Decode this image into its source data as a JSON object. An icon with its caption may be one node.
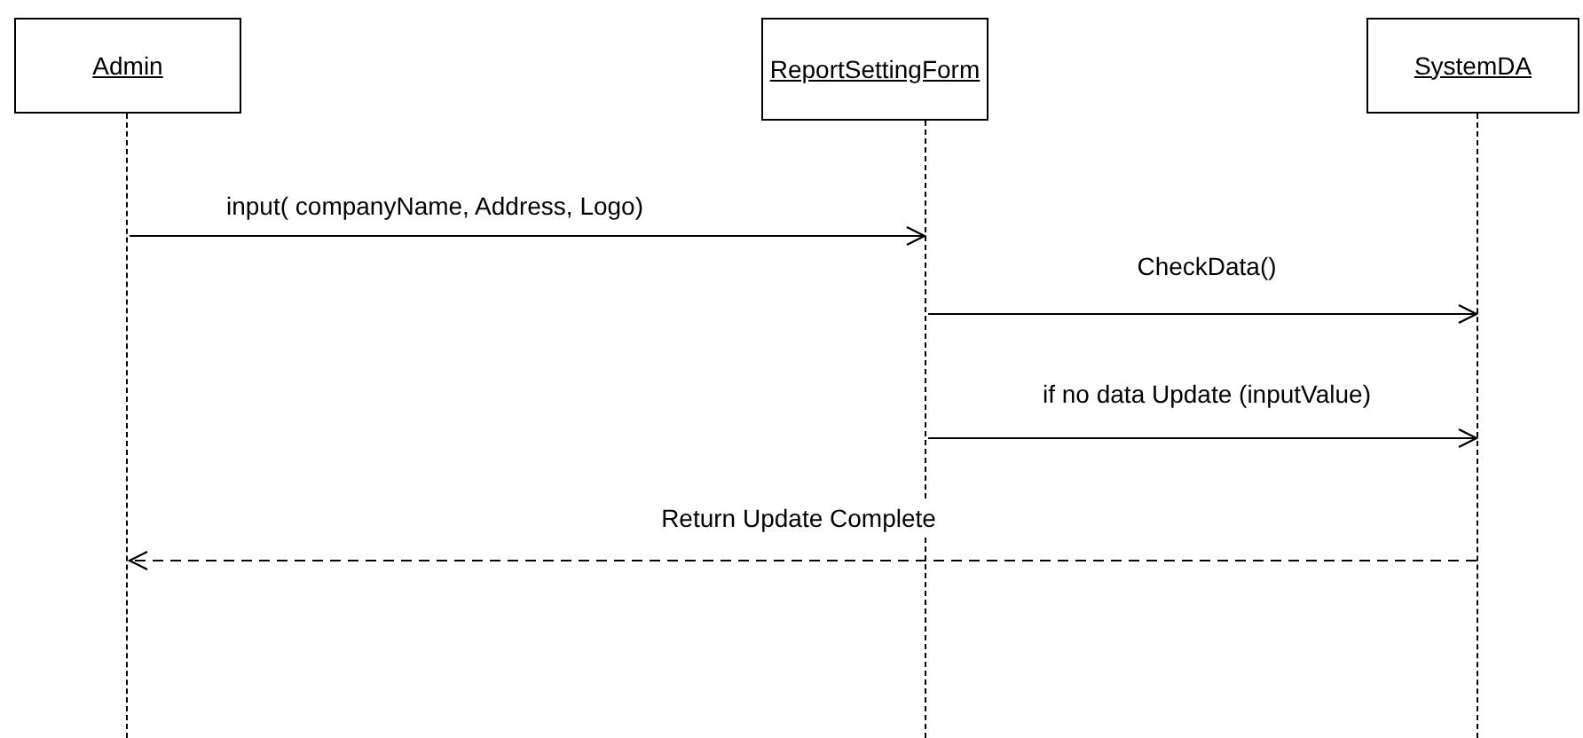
{
  "diagram": {
    "nodes": [
      {
        "text": [
          "Admin"
        ]
      },
      {
        "text": [
          "ReportSettingForm"
        ]
      },
      {
        "text": [
          "SystemDA"
        ]
      },
      {
        "text": [],
        "shape": "bar"
      },
      {
        "text": [],
        "shape": "bar"
      },
      {
        "text": [],
        "shape": "bar"
      }
    ],
    "edges": [
      {
        "from": 3,
        "to": 4,
        "arrow": "to",
        "label": "input( companyName, Address, Logo)"
      },
      {
        "from": 4,
        "to": 5,
        "arrow": "to",
        "label": "CheckData()"
      },
      {
        "from": 4,
        "to": 5,
        "arrow": "to",
        "label": "if no data Update (inputValue)"
      },
      {
        "from": 5,
        "to": 3,
        "arrow": "to",
        "label": "Return Update Complete",
        "style": "dashed"
      }
    ]
  }
}
